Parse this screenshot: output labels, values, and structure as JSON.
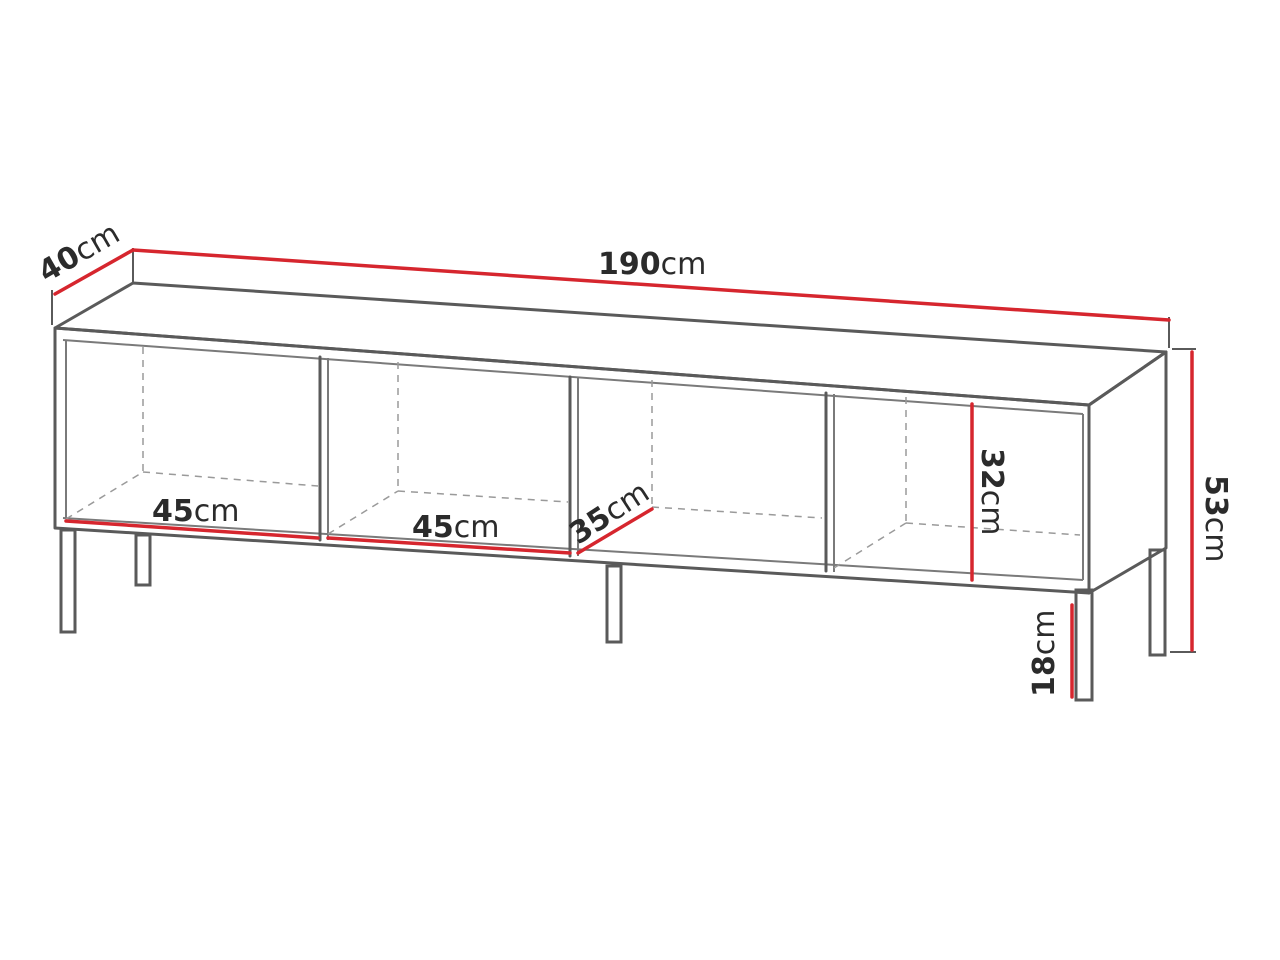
{
  "colors": {
    "outline": "#5a5a5a",
    "dimension": "#d6262e",
    "text": "#2b2b2b"
  },
  "dimensions": {
    "depth_top": {
      "value": "40",
      "unit": "cm"
    },
    "width_total": {
      "value": "190",
      "unit": "cm"
    },
    "height_total": {
      "value": "53",
      "unit": "cm"
    },
    "compartment_width_1": {
      "value": "45",
      "unit": "cm"
    },
    "compartment_width_2": {
      "value": "45",
      "unit": "cm"
    },
    "compartment_depth": {
      "value": "35",
      "unit": "cm"
    },
    "compartment_height": {
      "value": "32",
      "unit": "cm"
    },
    "leg_height": {
      "value": "18",
      "unit": "cm"
    }
  }
}
